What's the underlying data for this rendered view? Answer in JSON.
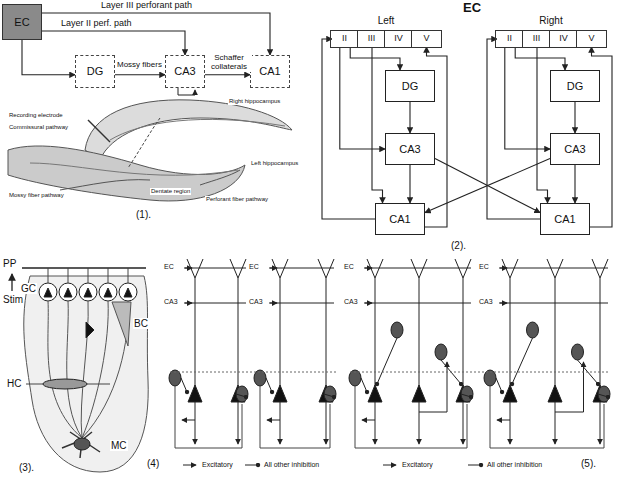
{
  "diagram": {
    "nodes": [
      {
        "text": [
          "EC"
        ]
      },
      {
        "text": [
          "DG"
        ]
      },
      {
        "text": [
          "CA3"
        ]
      },
      {
        "text": [
          "CA1"
        ]
      },
      {
        "text": [
          "Left"
        ]
      },
      {
        "text": [
          "II"
        ],
        "in": 4
      },
      {
        "text": [
          "III"
        ],
        "in": 4
      },
      {
        "text": [
          "IV"
        ],
        "in": 4
      },
      {
        "text": [
          "V"
        ],
        "in": 4
      },
      {
        "text": [
          "Right"
        ]
      },
      {
        "text": [
          "II"
        ],
        "in": 9
      },
      {
        "text": [
          "III"
        ],
        "in": 9
      },
      {
        "text": [
          "IV"
        ],
        "in": 9
      },
      {
        "text": [
          "V"
        ],
        "in": 9
      },
      {
        "text": [
          "DG"
        ]
      },
      {
        "text": [
          "DG"
        ]
      },
      {
        "text": [
          "CA3"
        ]
      },
      {
        "text": [
          "CA3"
        ]
      },
      {
        "text": [
          "CA1"
        ]
      },
      {
        "text": [
          "CA1"
        ]
      }
    ],
    "edges": [
      {
        "from": 0,
        "to": 3,
        "label": "Layer III perforant path",
        "arrow": "to"
      },
      {
        "from": 0,
        "to": 2,
        "label": "Layer II perf. path",
        "arrow": "to"
      },
      {
        "from": 0,
        "to": 1,
        "arrow": "to"
      },
      {
        "from": 1,
        "to": 2,
        "label": "Mossy fibers",
        "arrow": "to"
      },
      {
        "from": 2,
        "to": 3,
        "label": "Schaffer collaterals",
        "arrow": "to"
      },
      {
        "from": 5,
        "to": 14,
        "arrow": "to"
      },
      {
        "from": 5,
        "to": 16,
        "arrow": "to"
      },
      {
        "from": 6,
        "to": 18,
        "arrow": "to"
      },
      {
        "from": 18,
        "to": 8,
        "arrow": "to"
      },
      {
        "from": 14,
        "to": 16,
        "arrow": "to"
      },
      {
        "from": 16,
        "to": 18,
        "arrow": "to"
      },
      {
        "from": 18,
        "to": 5,
        "arrow": "to"
      },
      {
        "from": 10,
        "to": 15,
        "arrow": "to"
      },
      {
        "from": 10,
        "to": 17,
        "arrow": "to"
      },
      {
        "from": 11,
        "to": 19,
        "arrow": "to"
      },
      {
        "from": 19,
        "to": 13,
        "arrow": "to"
      },
      {
        "from": 15,
        "to": 17,
        "arrow": "to"
      },
      {
        "from": 17,
        "to": 19,
        "arrow": "to"
      },
      {
        "from": 19,
        "to": 10,
        "arrow": "to"
      },
      {
        "from": 16,
        "to": 19,
        "arrow": "to"
      },
      {
        "from": 17,
        "to": 18,
        "arrow": "to"
      }
    ],
    "labels": [
      "EC",
      "(1).",
      "(2).",
      "Recording electrode",
      "Commissural pathway",
      "Right hippocampus",
      "Left hippocampus",
      "Mossy fiber pathway",
      "Dentate region",
      "Perforant fiber pathway",
      "PP",
      "Stim",
      "GC",
      "BC",
      "HC",
      "MC",
      "(3).",
      "EC",
      "CA3",
      "EC",
      "CA3",
      "(4)",
      "EC",
      "CA3",
      "EC",
      "CA3",
      "(5)."
    ],
    "legend": [
      {
        "text": "Excitatory"
      },
      {
        "text": "All other inhibition"
      },
      {
        "text": "Excitatory"
      },
      {
        "text": "All other inhibition"
      }
    ]
  }
}
